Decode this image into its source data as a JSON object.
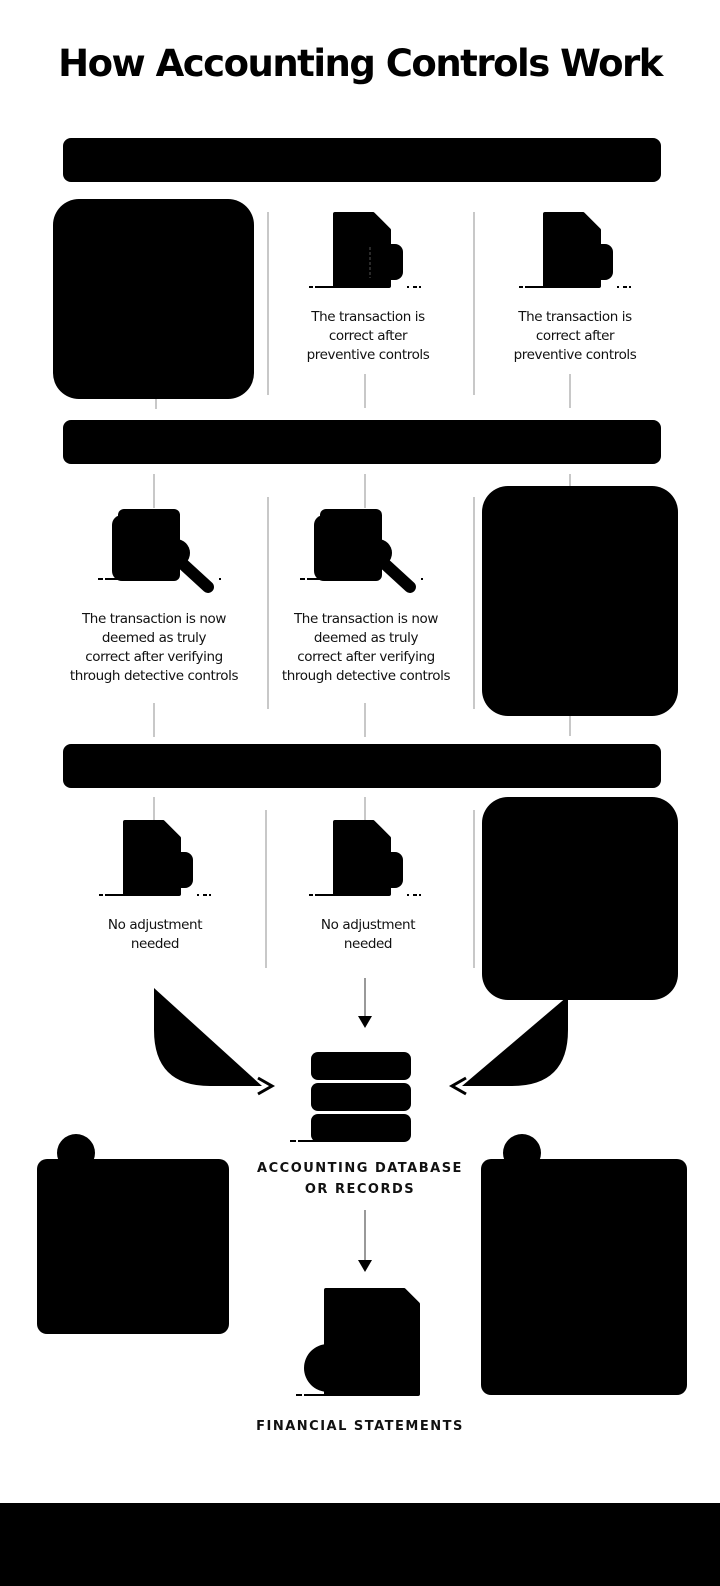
{
  "title": "How Accounting Controls Work",
  "colors": {
    "background": "#ffffff",
    "ink": "#000000",
    "divider": "#c8c8c8"
  },
  "rows": [
    {
      "header_bar": "",
      "columns": [
        {
          "type": "redacted-box",
          "caption": ""
        },
        {
          "type": "document-icon",
          "caption_lines": [
            "The transaction is",
            "correct after",
            "preventive controls"
          ]
        },
        {
          "type": "document-icon",
          "caption_lines": [
            "The transaction is",
            "correct after",
            "preventive controls"
          ]
        }
      ]
    },
    {
      "header_bar": "",
      "columns": [
        {
          "type": "magnifier-document-icon",
          "caption_lines": [
            "The transaction is now",
            "deemed as truly",
            "correct after verifying",
            "through detective controls"
          ]
        },
        {
          "type": "magnifier-document-icon",
          "caption_lines": [
            "The transaction is now",
            "deemed as truly",
            "correct after verifying",
            "through detective controls"
          ]
        },
        {
          "type": "redacted-box",
          "caption": ""
        }
      ]
    },
    {
      "header_bar": "",
      "columns": [
        {
          "type": "document-icon",
          "caption_lines": [
            "No adjustment",
            "needed"
          ]
        },
        {
          "type": "document-icon",
          "caption_lines": [
            "No adjustment",
            "needed"
          ]
        },
        {
          "type": "redacted-box",
          "caption": ""
        }
      ]
    }
  ],
  "database": {
    "icon": "database-icon",
    "label_lines": [
      "ACCOUNTING DATABASE",
      "OR RECORDS"
    ]
  },
  "financial_statements": {
    "icon": "document-icon",
    "label": "FINANCIAL STATEMENTS"
  },
  "side_panels": {
    "left": "",
    "right": ""
  },
  "footer": ""
}
